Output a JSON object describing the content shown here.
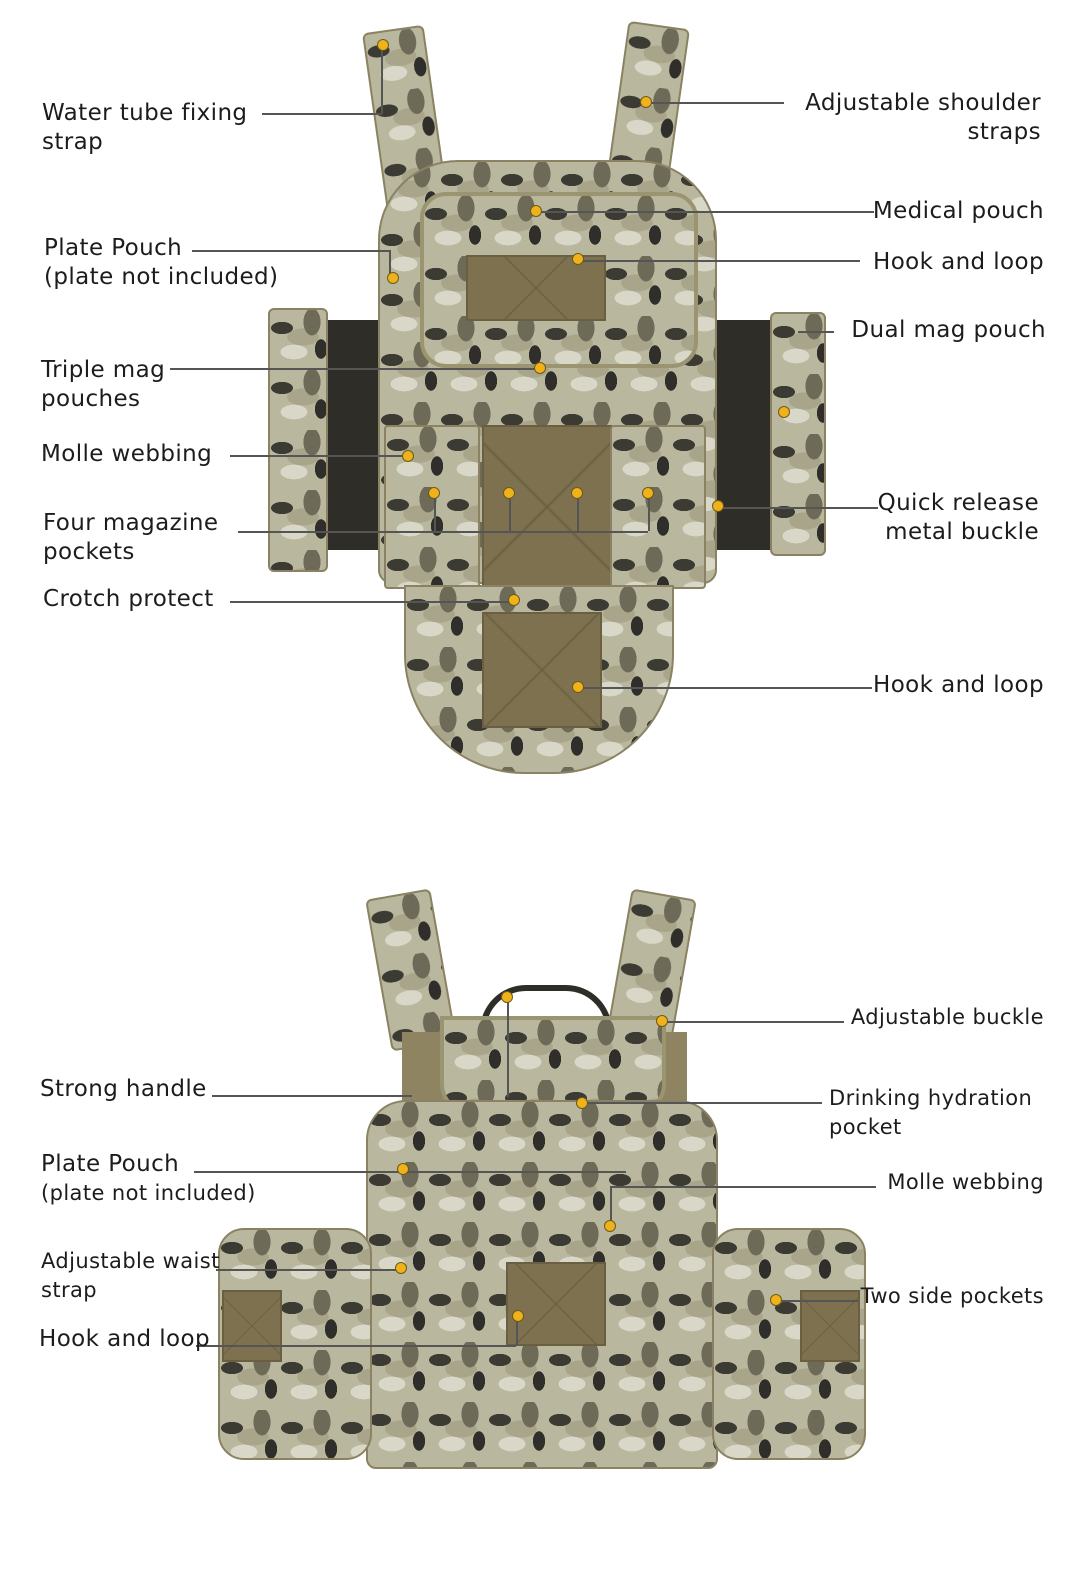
{
  "front_view": {
    "labels_left": [
      {
        "id": "water-tube-fixing-strap",
        "line1": "Water tube fixing",
        "line2": "strap"
      },
      {
        "id": "plate-pouch",
        "line1": "Plate Pouch",
        "line2": "(plate not included)"
      },
      {
        "id": "triple-mag-pouches",
        "line1": "Triple mag",
        "line2": "pouches"
      },
      {
        "id": "molle-webbing",
        "line1": "Molle webbing"
      },
      {
        "id": "four-magazine-pockets",
        "line1": "Four magazine",
        "line2": "pockets"
      },
      {
        "id": "crotch-protect",
        "line1": "Crotch protect"
      }
    ],
    "labels_right": [
      {
        "id": "adjustable-shoulder-straps",
        "line1": "Adjustable shoulder",
        "line2": "straps"
      },
      {
        "id": "medical-pouch",
        "line1": "Medical pouch"
      },
      {
        "id": "hook-and-loop-top",
        "line1": "Hook and loop"
      },
      {
        "id": "dual-mag-pouch",
        "line1": "Dual mag pouch"
      },
      {
        "id": "quick-release-metal-buckle",
        "line1": "Quick release",
        "line2": "metal buckle"
      },
      {
        "id": "hook-and-loop-bottom",
        "line1": "Hook and loop"
      }
    ]
  },
  "back_view": {
    "labels_left": [
      {
        "id": "strong-handle",
        "line1": "Strong handle"
      },
      {
        "id": "plate-pouch-back",
        "line1": "Plate Pouch",
        "line2": "(plate not included)"
      },
      {
        "id": "adjustable-waist-strap",
        "line1": "Adjustable waist",
        "line2": "strap"
      },
      {
        "id": "hook-and-loop-back",
        "line1": "Hook and loop"
      }
    ],
    "labels_right": [
      {
        "id": "adjustable-buckle",
        "line1": "Adjustable buckle"
      },
      {
        "id": "drinking-hydration-pocket",
        "line1": "Drinking hydration",
        "line2": "pocket"
      },
      {
        "id": "molle-webbing-back",
        "line1": "Molle webbing"
      },
      {
        "id": "two-side-pockets",
        "line1": "Two side pockets"
      }
    ]
  },
  "colors": {
    "marker": "#f0b21a",
    "leader_line": "#555555",
    "text": "#1c1c1c"
  }
}
